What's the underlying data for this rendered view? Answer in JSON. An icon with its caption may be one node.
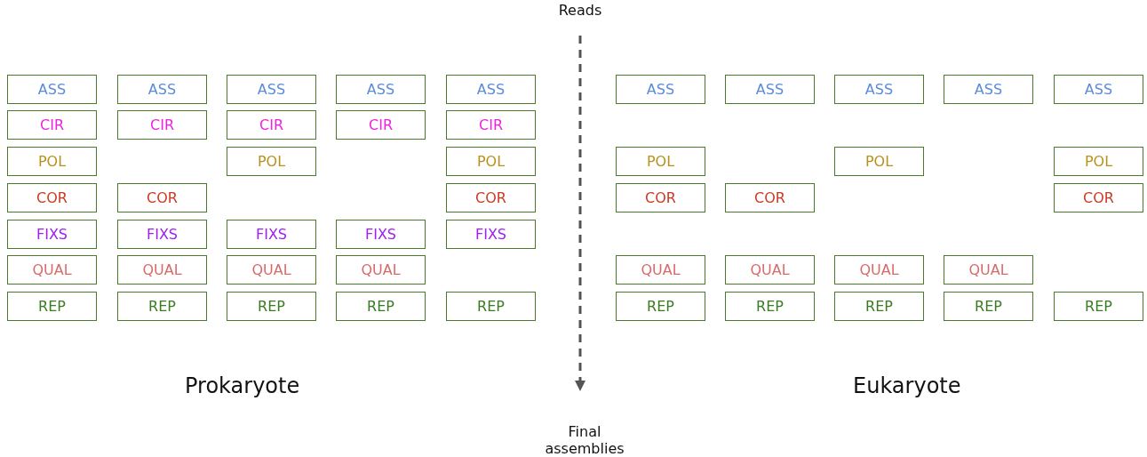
{
  "diagram": {
    "nodes": [
      {
        "text": [
          "Reads"
        ]
      },
      {
        "text": [
          "ASS"
        ]
      },
      {
        "text": [
          "ASS"
        ]
      },
      {
        "text": [
          "ASS"
        ]
      },
      {
        "text": [
          "ASS"
        ]
      },
      {
        "text": [
          "ASS"
        ]
      },
      {
        "text": [
          "ASS"
        ]
      },
      {
        "text": [
          "ASS"
        ]
      },
      {
        "text": [
          "ASS"
        ]
      },
      {
        "text": [
          "ASS"
        ]
      },
      {
        "text": [
          "ASS"
        ]
      },
      {
        "text": [
          "CIR"
        ]
      },
      {
        "text": [
          "CIR"
        ]
      },
      {
        "text": [
          "CIR"
        ]
      },
      {
        "text": [
          "CIR"
        ]
      },
      {
        "text": [
          "CIR"
        ]
      },
      {
        "text": [
          "POL"
        ]
      },
      {
        "text": [
          "POL"
        ]
      },
      {
        "text": [
          "POL"
        ]
      },
      {
        "text": [
          "POL"
        ]
      },
      {
        "text": [
          "POL"
        ]
      },
      {
        "text": [
          "POL"
        ]
      },
      {
        "text": [
          "COR"
        ]
      },
      {
        "text": [
          "COR"
        ]
      },
      {
        "text": [
          "COR"
        ]
      },
      {
        "text": [
          "COR"
        ]
      },
      {
        "text": [
          "COR"
        ]
      },
      {
        "text": [
          "COR"
        ]
      },
      {
        "text": [
          "FIXS"
        ]
      },
      {
        "text": [
          "FIXS"
        ]
      },
      {
        "text": [
          "FIXS"
        ]
      },
      {
        "text": [
          "FIXS"
        ]
      },
      {
        "text": [
          "FIXS"
        ]
      },
      {
        "text": [
          "QUAL"
        ]
      },
      {
        "text": [
          "QUAL"
        ]
      },
      {
        "text": [
          "QUAL"
        ]
      },
      {
        "text": [
          "QUAL"
        ]
      },
      {
        "text": [
          "QUAL"
        ]
      },
      {
        "text": [
          "QUAL"
        ]
      },
      {
        "text": [
          "QUAL"
        ]
      },
      {
        "text": [
          "QUAL"
        ]
      },
      {
        "text": [
          "REP"
        ]
      },
      {
        "text": [
          "REP"
        ]
      },
      {
        "text": [
          "REP"
        ]
      },
      {
        "text": [
          "REP"
        ]
      },
      {
        "text": [
          "REP"
        ]
      },
      {
        "text": [
          "REP"
        ]
      },
      {
        "text": [
          "REP"
        ]
      },
      {
        "text": [
          "REP"
        ]
      },
      {
        "text": [
          "REP"
        ]
      },
      {
        "text": [
          "REP"
        ]
      },
      {
        "text": [
          "Final assemblies"
        ]
      }
    ],
    "edges": [
      {
        "from": 0,
        "to": 51,
        "arrow": "to",
        "style": "dashed"
      }
    ],
    "labels": [
      "Prokaryote",
      "Eukaryote"
    ]
  }
}
